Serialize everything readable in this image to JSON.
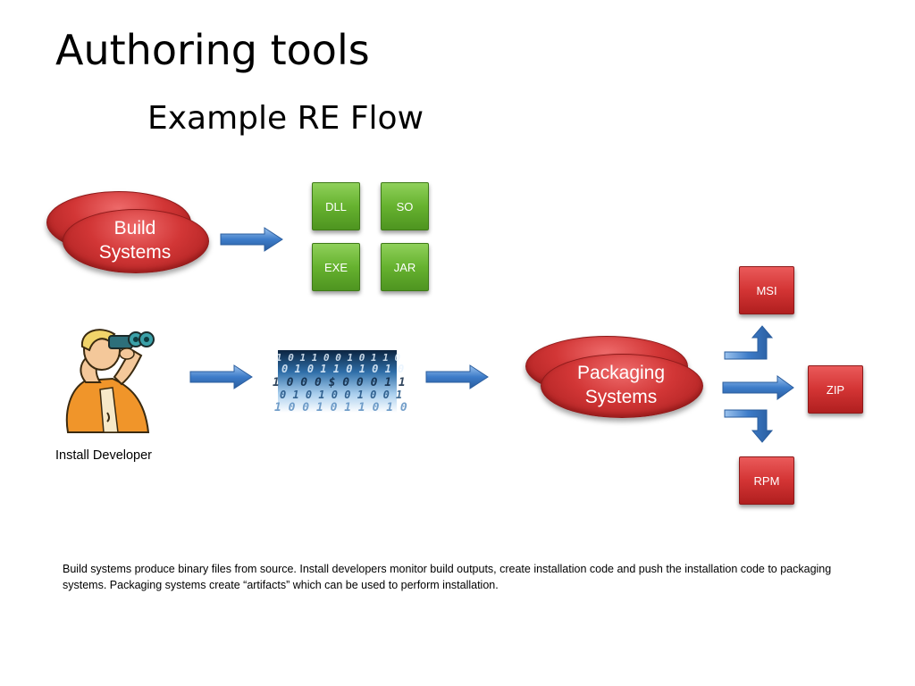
{
  "slide": {
    "title": "Authoring tools",
    "subtitle": "Example RE Flow"
  },
  "build_systems": {
    "label": "Build\nSystems"
  },
  "artifacts": {
    "dll": "DLL",
    "so": "SO",
    "exe": "EXE",
    "jar": "JAR"
  },
  "install_developer": {
    "label": "Install Developer",
    "icon": "binoculars-person-icon"
  },
  "binary_image": {
    "icon": "binary-code-image",
    "lines": [
      "1 0 1 1 0 0 1 0 1 1 0",
      "0 1 0 1 1 0 1 0 1 0",
      "1 0 0 0 $ 0 0 0 1 1",
      "0 1 0 1 0 0 1 0 0 1",
      "1 0 0 1 0 1 1 0 1 0"
    ]
  },
  "packaging_systems": {
    "label": "Packaging\nSystems"
  },
  "packages": {
    "msi": "MSI",
    "zip": "ZIP",
    "rpm": "RPM"
  },
  "caption": "Build systems produce binary files from source.  Install developers monitor build outputs, create installation code and push the installation code to packaging systems.  Packaging systems create “artifacts” which can be used to perform installation.",
  "colors": {
    "ellipse": "#d23636",
    "green_box": "#66b22f",
    "red_box": "#d33434",
    "arrow": "#3d7cc9"
  }
}
